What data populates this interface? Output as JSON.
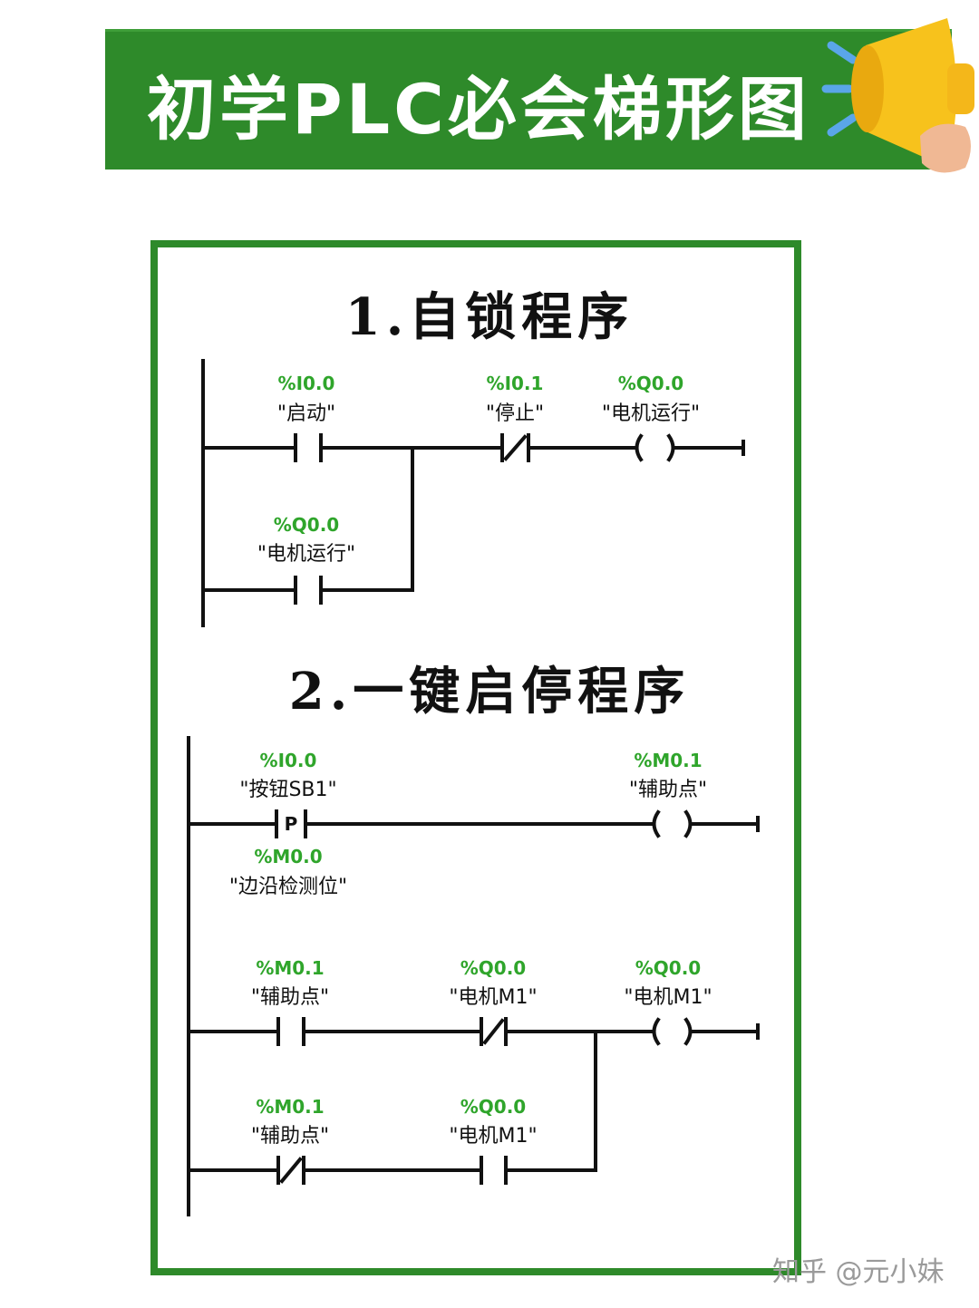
{
  "banner": {
    "title": "初学PLC必会梯形图"
  },
  "section1": {
    "title": "1.自锁程序",
    "contacts": [
      {
        "address": "%I0.0",
        "tag": "\"启动\""
      },
      {
        "address": "%I0.1",
        "tag": "\"停止\""
      },
      {
        "address": "%Q0.0",
        "tag": "\"电机运行\""
      },
      {
        "address": "%Q0.0",
        "tag": "\"电机运行\""
      }
    ]
  },
  "section2": {
    "title": "2.一键启停程序",
    "contacts": [
      {
        "address": "%I0.0",
        "tag": "\"按钮SB1\""
      },
      {
        "address": "%M0.1",
        "tag": "\"辅助点\""
      },
      {
        "address": "%M0.0",
        "tag": "\"边沿检测位\""
      },
      {
        "address": "%M0.1",
        "tag": "\"辅助点\""
      },
      {
        "address": "%Q0.0",
        "tag": "\"电机M1\""
      },
      {
        "address": "%Q0.0",
        "tag": "\"电机M1\""
      },
      {
        "address": "%M0.1",
        "tag": "\"辅助点\""
      },
      {
        "address": "%Q0.0",
        "tag": "\"电机M1\""
      }
    ],
    "edge_contact_letter": "P"
  },
  "watermark": "知乎 @元小妹",
  "colors": {
    "green": "#2e8a2a",
    "address_green": "#2fa52b"
  }
}
